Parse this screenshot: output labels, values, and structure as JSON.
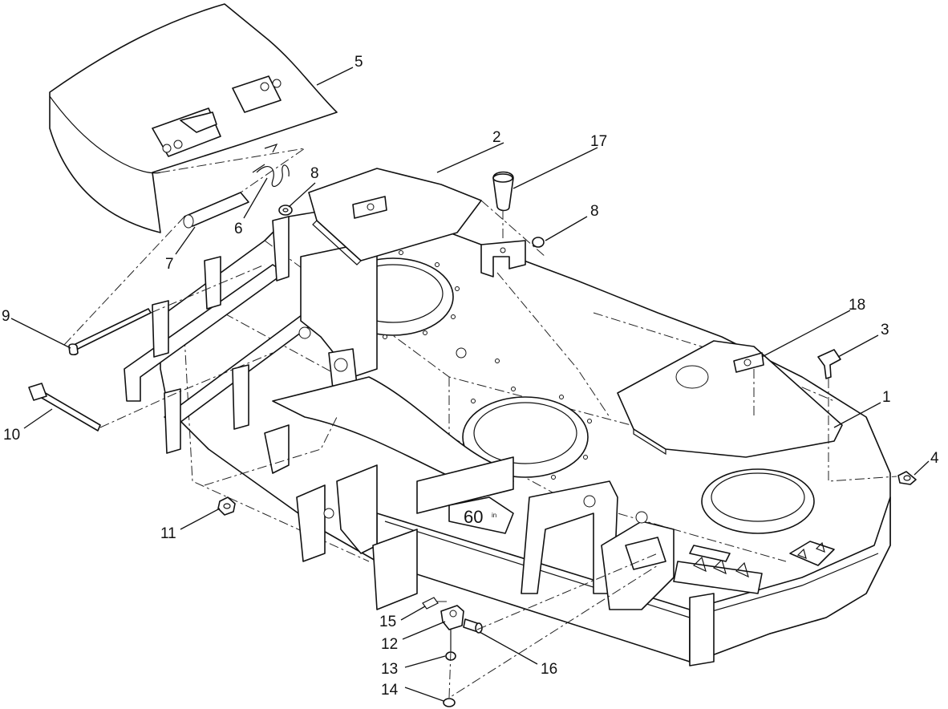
{
  "deck_label": {
    "main": "60",
    "suffix": "in"
  },
  "callouts": [
    {
      "id": "1",
      "label": "1"
    },
    {
      "id": "2",
      "label": "2"
    },
    {
      "id": "3",
      "label": "3"
    },
    {
      "id": "4",
      "label": "4"
    },
    {
      "id": "5",
      "label": "5"
    },
    {
      "id": "6",
      "label": "6"
    },
    {
      "id": "7",
      "label": "7"
    },
    {
      "id": "8a",
      "label": "8"
    },
    {
      "id": "8b",
      "label": "8"
    },
    {
      "id": "9",
      "label": "9"
    },
    {
      "id": "10",
      "label": "10"
    },
    {
      "id": "11",
      "label": "11"
    },
    {
      "id": "12",
      "label": "12"
    },
    {
      "id": "13",
      "label": "13"
    },
    {
      "id": "14",
      "label": "14"
    },
    {
      "id": "15",
      "label": "15"
    },
    {
      "id": "16",
      "label": "16"
    },
    {
      "id": "17",
      "label": "17"
    },
    {
      "id": "18",
      "label": "18"
    }
  ]
}
